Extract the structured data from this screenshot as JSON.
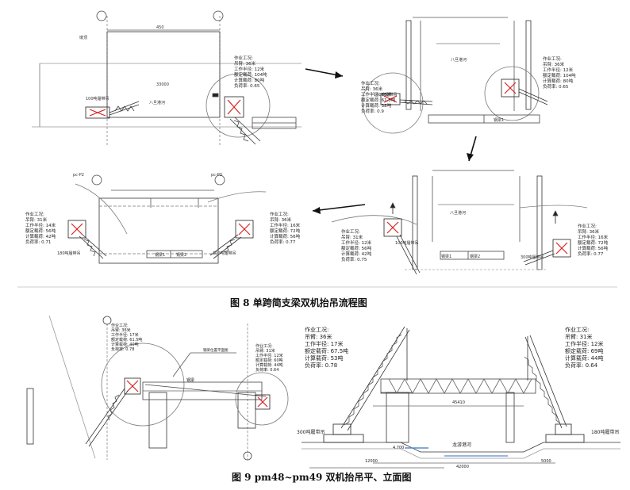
{
  "figure8": {
    "caption": "图 8  单跨简支梁双机抬吊流程图",
    "mark_top": "450",
    "mark_mid": "33000",
    "river": "八旦港河",
    "left_label": "墩顶",
    "crane_100_label": "100吨履带吊",
    "crane_180_label": "180吨履带吊",
    "crane_300_label": "300吨履带吊",
    "beam_label": "钢梁1",
    "beam2_label": "钢梁2",
    "pier_labels": [
      "pc-P2",
      "pc-P3"
    ],
    "panel1": {
      "right_ops": [
        "作业工况:",
        "吊臂: 36米",
        "工作半径: 12米",
        "额定载荷: 104吨",
        "计算载荷: 80吨",
        "负荷率: 0.65"
      ]
    },
    "panel2": {
      "left_ops": [
        "作业工况:",
        "吊臂: 36米",
        "工作半径: 16米",
        "额定载荷: 61.5吨",
        "计算载荷: 38吨",
        "负荷率: 0.9"
      ],
      "right_ops": [
        "作业工况:",
        "吊臂: 36米",
        "工作半径: 12米",
        "额定载荷: 104吨",
        "计算载荷: 80吨",
        "负荷率: 0.65"
      ]
    },
    "panel3": {
      "left_ops": [
        "作业工况:",
        "吊臂: 31米",
        "工作半径: 14米",
        "额定载荷: 56吨",
        "计算载荷: 42吨",
        "负荷率: 0.71"
      ],
      "right_ops": [
        "作业工况:",
        "吊臂: 36米",
        "工作半径: 16米",
        "额定载荷: 72吨",
        "计算载荷: 56吨",
        "负荷率: 0.77"
      ]
    },
    "panel4": {
      "left_ops": [
        "作业工况:",
        "吊臂: 31米",
        "工作半径: 12米",
        "额定载荷: 56吨",
        "计算载荷: 42吨",
        "负荷率: 0.75"
      ],
      "right_ops": [
        "作业工况:",
        "吊臂: 36米",
        "工作半径: 16米",
        "额定载荷: 72吨",
        "计算载荷: 56吨",
        "负荷率: 0.77"
      ]
    }
  },
  "figure9": {
    "caption": "图 9  pm48~pm49 双机抬吊平、立面图",
    "plan_ops_top": [
      "作业工况:",
      "吊臂: 36米",
      "工作半径: 17米",
      "额定载荷: 61.5吨",
      "计算载荷: 40吨",
      "负荷率: 0.78"
    ],
    "plan_ops_mid": [
      "作业工况:",
      "吊臂: 31米",
      "工作半径: 12米",
      "额定载荷: 60吨",
      "计算载荷: 44吨",
      "负荷率: 0.64"
    ],
    "left_ops": [
      "作业工况:",
      "吊臂: 36米",
      "工作半径: 17米",
      "额定载荷: 67.5吨",
      "计算载荷: 53吨",
      "负荷率: 0.78"
    ],
    "right_ops": [
      "作业工况:",
      "吊臂: 31米",
      "工作半径: 12米",
      "额定载荷: 69吨",
      "计算载荷: 44吨",
      "负荷率: 0.64"
    ],
    "crane_300": "300吨履带吊",
    "crane_180": "180吨履带吊",
    "river": "龙游港河",
    "dim_span": "45410",
    "dim_a": "12000",
    "dim_b": "42000",
    "dim_c": "5000",
    "elev": "4.700",
    "beam": "钢梁",
    "plan_note": "钢梁位置平面图"
  }
}
